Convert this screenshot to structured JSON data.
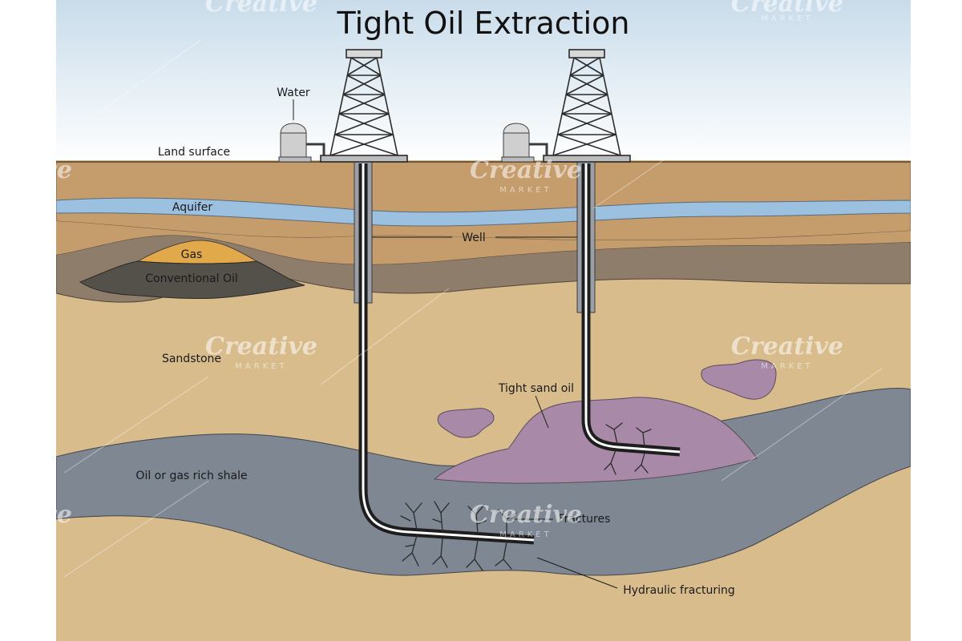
{
  "diagram": {
    "title": "Tight Oil Extraction",
    "labels": {
      "water": "Water",
      "land_surface": "Land surface",
      "aquifer": "Aquifer",
      "gas": "Gas",
      "conventional_oil": "Conventional Oil",
      "well": "Well",
      "sandstone": "Sandstone",
      "tight_sand_oil": "Tight sand oil",
      "shale": "Oil or gas rich shale",
      "fractures": "Fractures",
      "hydraulic_fracturing": "Hydraulic fracturing"
    },
    "watermark": {
      "brand": "Creative",
      "sub": "MARKET"
    },
    "colors": {
      "sky_top": "#c9dcea",
      "sky_bottom": "#ffffff",
      "sandstone": "#d9bc8c",
      "topsoil": "#c59c6c",
      "aquifer": "#9cc0e0",
      "rock_layer": "#8e7d6b",
      "gas": "#e1a94a",
      "conventional_oil": "#54504a",
      "shale": "#7f8792",
      "tight_oil": "#a88aa8",
      "derrick": "#2b2b2b"
    }
  }
}
